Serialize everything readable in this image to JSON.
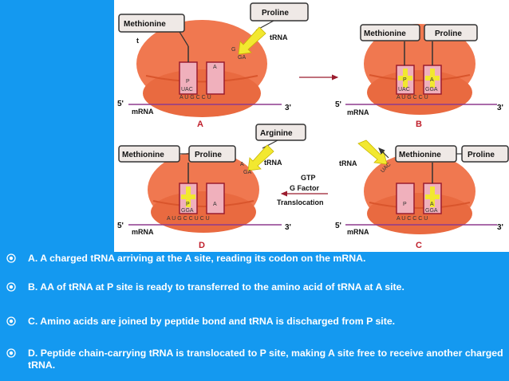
{
  "diagram": {
    "colors": {
      "background": "#1499f0",
      "ribosome": "#f07850",
      "ribosome_dark": "#e35a33",
      "trna": "#f0b0bc",
      "trna_border": "#9b1c2e",
      "arrow": "#f2e830",
      "mrna": "#8e3a8e",
      "box_fill": "#efe9e6",
      "box_border": "#333333"
    },
    "panel_a": {
      "label": "A",
      "methionine": "Methionine",
      "proline": "Proline",
      "t_label": "t",
      "trna_label": "tRNA",
      "incoming_anticodon_1": "G",
      "incoming_anticodon_2": "GA",
      "p_site": "P",
      "a_site": "A",
      "p_anticodon": "UAC",
      "codons": "A U G  C C U",
      "five_prime": "5'",
      "three_prime": "3'",
      "mrna": "mRNA"
    },
    "panel_b": {
      "label": "B",
      "methionine": "Methionine",
      "proline": "Proline",
      "p_site": "P",
      "a_site": "A",
      "p_anticodon": "UAC",
      "a_anticodon": "GGA",
      "codons": "A U G  C C U",
      "five_prime": "5'",
      "three_prime": "3'",
      "mrna": "mRNA"
    },
    "panel_c": {
      "label": "C",
      "methionine": "Methionine",
      "proline": "Proline",
      "trna_label": "tRNA",
      "leaving_anticodon": "UAC",
      "p_site": "P",
      "a_site": "A",
      "a_anticodon": "GGA",
      "codons": "A U C  C C U",
      "five_prime": "5'",
      "three_prime": "3'",
      "mrna": "mRNA"
    },
    "panel_d": {
      "label": "D",
      "methionine": "Methionine",
      "proline": "Proline",
      "arginine": "Arginine",
      "trna_label": "tRNA",
      "incoming_anticodon_1": "A",
      "incoming_anticodon_2": "GA",
      "p_site": "P",
      "a_site": "A",
      "p_anticodon": "GGA",
      "codons": "A U G C C  U C U",
      "five_prime": "5'",
      "three_prime": "3'",
      "mrna": "mRNA"
    },
    "translocation": {
      "line1": "GTP",
      "line2": "G Factor",
      "line3": "Translocation"
    }
  },
  "bullets": [
    {
      "text": "A. A charged tRNA arriving at the A site, reading its codon on the mRNA."
    },
    {
      "text": "B. AA of tRNA at P site is ready to transferred to the amino acid of tRNA at A site."
    },
    {
      "text": "C. Amino acids are joined by peptide bond and tRNA is discharged from P site."
    },
    {
      "text": "D. Peptide chain-carrying tRNA is translocated to P site, making A site free to receive another charged tRNA."
    }
  ]
}
